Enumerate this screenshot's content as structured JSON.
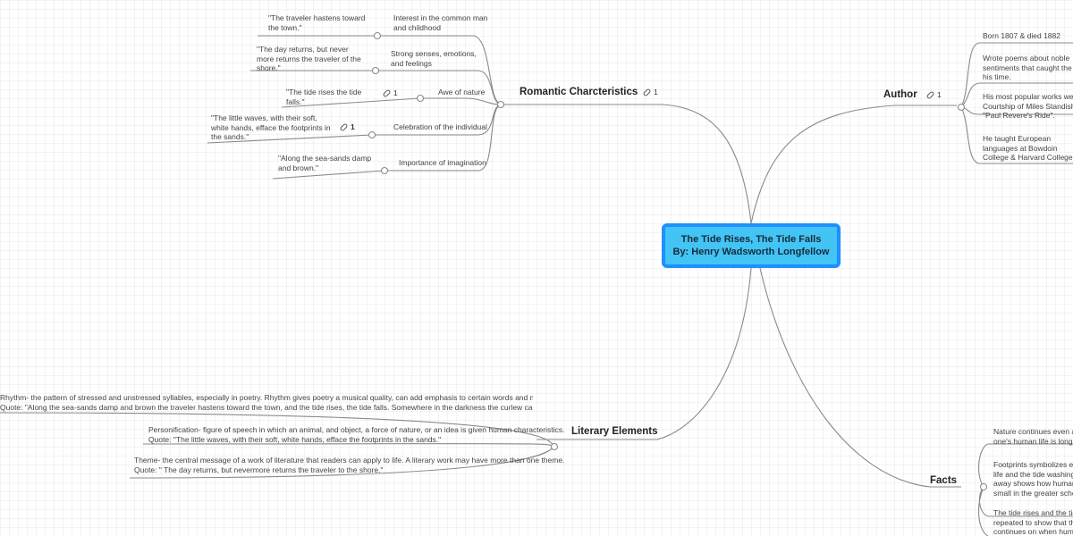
{
  "central": {
    "line1": "The Tide Rises, The Tide Falls",
    "line2": "By: Henry Wadsworth Longfellow"
  },
  "topics": {
    "romantic": {
      "label": "Romantic Charcteristics",
      "link_count": "1"
    },
    "author": {
      "label": "Author",
      "link_count": "1"
    },
    "literary": {
      "label": "Literary Elements"
    },
    "facts": {
      "label": "Facts"
    }
  },
  "romantic": {
    "children": [
      {
        "label": "Interest in the common man and childhood",
        "quote": "\"The traveler hastens toward the town.\""
      },
      {
        "label": "Strong senses, emotions, and feelings",
        "quote": "\"The day returns, but never more returns the traveler of the shore.\""
      },
      {
        "label": "Awe of nature",
        "quote": "\"The tide rises the tide falls.\"",
        "link_count": "1"
      },
      {
        "label": "Celebration of the individual",
        "quote": "\"The little waves, with their soft, white hands, efface the footprints in the sands.\"",
        "link_count": "1"
      },
      {
        "label": "Importance of imagination",
        "quote": "\"Along the sea-sands damp and brown.\""
      }
    ]
  },
  "author": {
    "items": [
      "Born 1807 & died 1882",
      "Wrote poems about noble sentiments that caught the spirit of his time.",
      "His most popular works were \"The Courtship of Miles Standish\" & \"Paul Revere's Ride\".",
      "He taught European languages at Bowdoin College & Harvard College."
    ]
  },
  "literary": {
    "items": [
      {
        "line1": "Rhythm- the pattern of stressed and unstressed syllables, especially in poetry. Rhythm gives poetry a musical quality, can add emphasis to certain words and may help convey a poems meaning.",
        "line2": "Quote: \"Along the sea-sands damp and brown the traveler hastens toward the town, and the tide rises, the tide falls. Somewhere in the darkness the curlew calls.\""
      },
      {
        "line1": "Personification- figure of speech in which an animal, and object, a force of nature, or an idea is given human characteristics.",
        "line2": "Quote: \"The little waves, with their soft, white hands, efface the footprints in the sands.\""
      },
      {
        "line1": "Theme- the central message of a work of literature that readers can apply to life. A literary work may have more than one theme.",
        "line2": "Quote: \" The day returns, but nevermore returns the traveler to the shore.\""
      }
    ]
  },
  "facts": {
    "items": [
      "Nature continues even after one's human life is long over.",
      "Footprints symbolizes everyday life and the tide washing them away shows how human life is small in the greater scheme of the world.",
      "The tide rises and the tide falls is repeated to show that the world continues on when human life is over."
    ]
  },
  "colors": {
    "central_fill": "#42c5f5",
    "central_border": "#1e90ff",
    "branch": "#8a8a8a"
  }
}
